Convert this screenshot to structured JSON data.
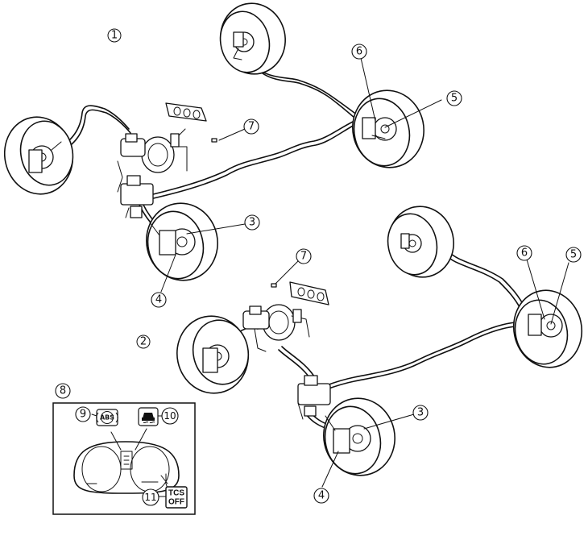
{
  "callouts": {
    "c1": "1",
    "c2": "2",
    "c3a": "3",
    "c3b": "3",
    "c4a": "4",
    "c4b": "4",
    "c5a": "5",
    "c5b": "5",
    "c6a": "6",
    "c6b": "6",
    "c7a": "7",
    "c7b": "7",
    "c8": "8",
    "c9": "9",
    "c10": "10",
    "c11": "11"
  },
  "indicators": {
    "abs_label": "ABS",
    "tcs_line1": "TCS",
    "tcs_line2": "OFF"
  },
  "icons": [
    "abs-warning-icon",
    "traction-control-icon",
    "tcs-off-icon"
  ]
}
